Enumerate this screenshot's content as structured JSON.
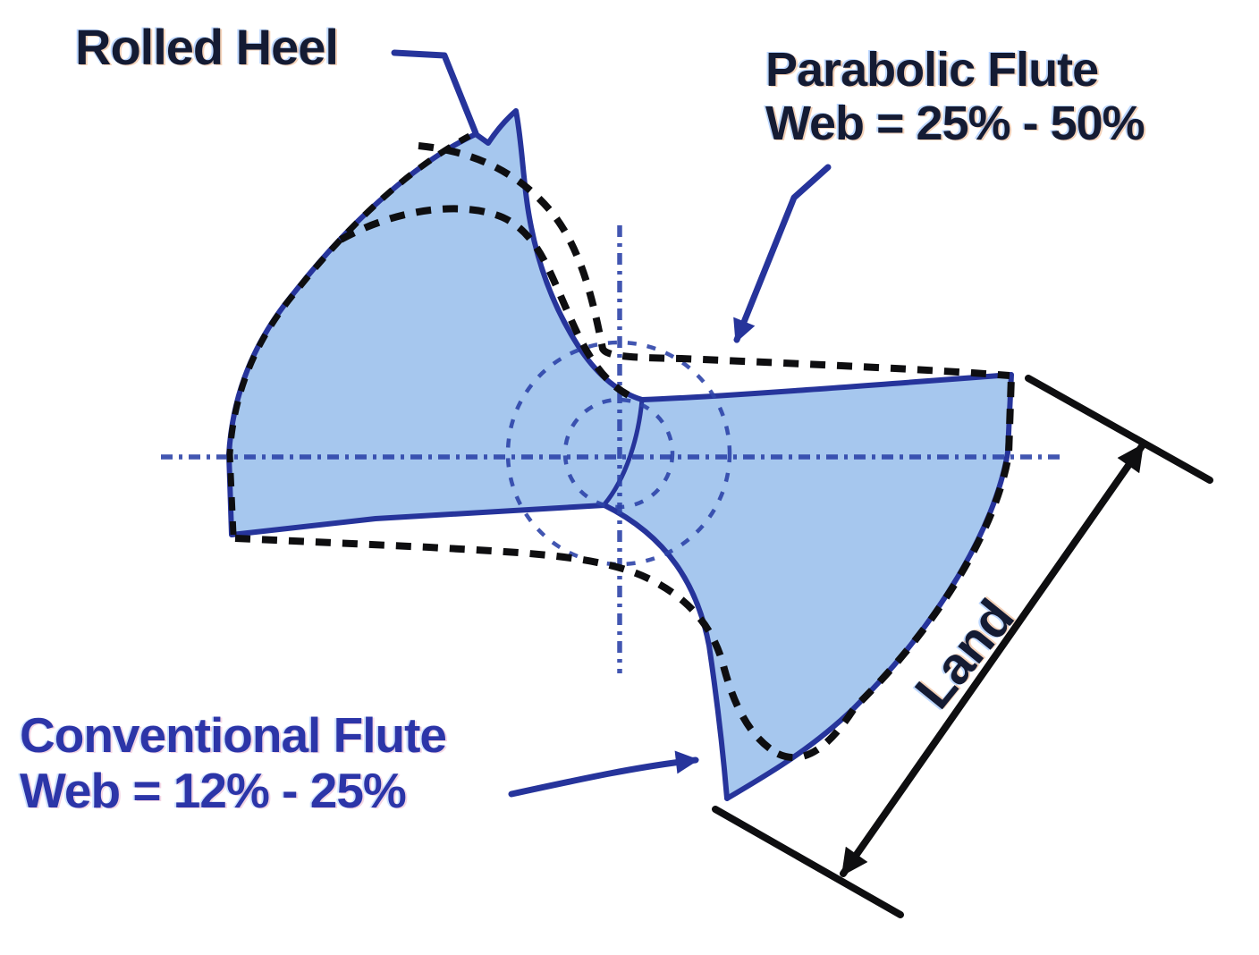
{
  "diagram": {
    "labels": {
      "rolled_heel": "Rolled Heel",
      "parabolic_flute_line1": "Parabolic Flute",
      "parabolic_flute_line2": "Web = 25% - 50%",
      "conventional_flute_line1": "Conventional Flute",
      "conventional_flute_line2": "Web = 12% - 25%",
      "land": "Land"
    },
    "colors": {
      "background": "#ffffff",
      "fill_blue": "#a6c7ee",
      "outline_blue": "#26349b",
      "centerline_blue": "#2e44a8",
      "dash_black": "#0e0e10",
      "label_dark": "#141b33",
      "label_blue": "#2c35a8"
    }
  }
}
